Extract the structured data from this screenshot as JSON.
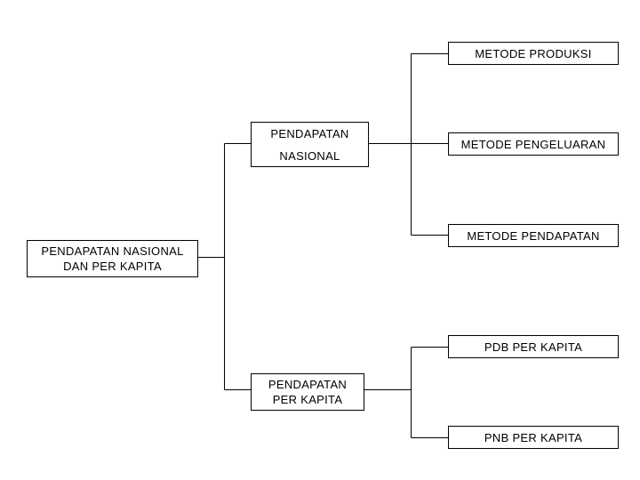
{
  "diagram": {
    "root": {
      "line1": "PENDAPATAN NASIONAL",
      "line2": "DAN PER KAPITA"
    },
    "branch_nasional": {
      "line1": "PENDAPATAN",
      "line2": "NASIONAL",
      "children": [
        "METODE PRODUKSI",
        "METODE PENGELUARAN",
        "METODE PENDAPATAN"
      ]
    },
    "branch_kapita": {
      "line1": "PENDAPATAN",
      "line2": "PER KAPITA",
      "children": [
        "PDB PER KAPITA",
        "PNB PER KAPITA"
      ]
    }
  },
  "colors": {
    "line": "#000000",
    "box_border": "#000000",
    "background": "#ffffff"
  }
}
